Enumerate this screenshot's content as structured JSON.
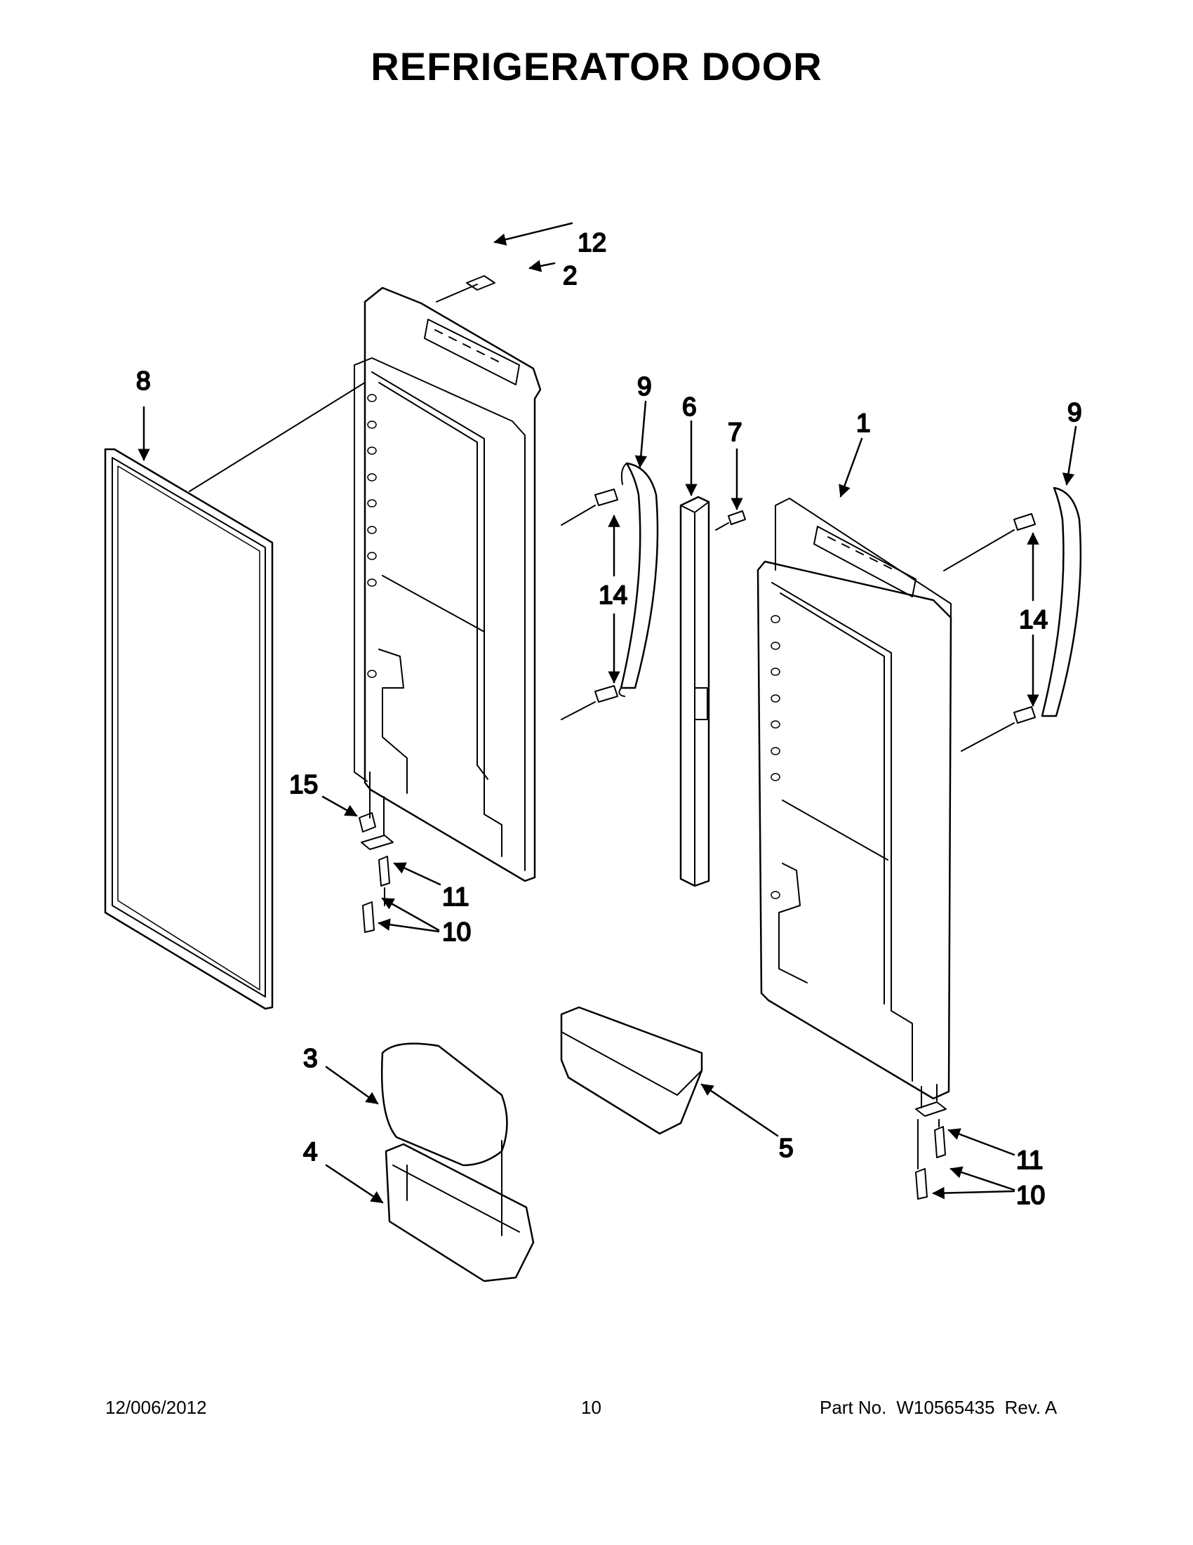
{
  "page": {
    "title": "REFRIGERATOR DOOR"
  },
  "callouts": {
    "c12": "12",
    "c2": "2",
    "c8": "8",
    "c9a": "9",
    "c6": "6",
    "c7": "7",
    "c1": "1",
    "c9b": "9",
    "c14a": "14",
    "c14b": "14",
    "c15": "15",
    "c11a": "11",
    "c10a": "10",
    "c3": "3",
    "c4": "4",
    "c5": "5",
    "c11b": "11",
    "c10b": "10"
  },
  "footer": {
    "date": "12/006/2012",
    "page_number": "10",
    "part_label": "Part No.",
    "part_number": "W10565435",
    "revision": "Rev.  A"
  }
}
